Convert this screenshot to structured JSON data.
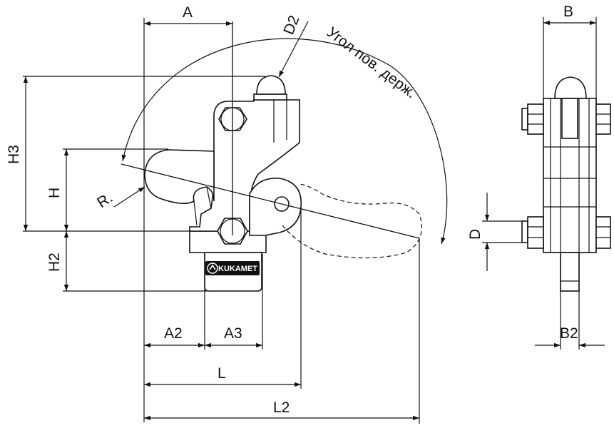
{
  "labels": {
    "A": "A",
    "D2": "D2",
    "angle": "Угол пов. держ.",
    "H3": "H3",
    "H": "H",
    "R": "R.",
    "H2": "H2",
    "A2": "A2",
    "A3": "A3",
    "L": "L",
    "L2": "L2",
    "B": "B",
    "D": "D",
    "B2": "B2"
  },
  "logo": {
    "text": "KUKAMET"
  },
  "colors": {
    "line": "#111111",
    "background": "#ffffff",
    "logo_fill": "#111111"
  }
}
